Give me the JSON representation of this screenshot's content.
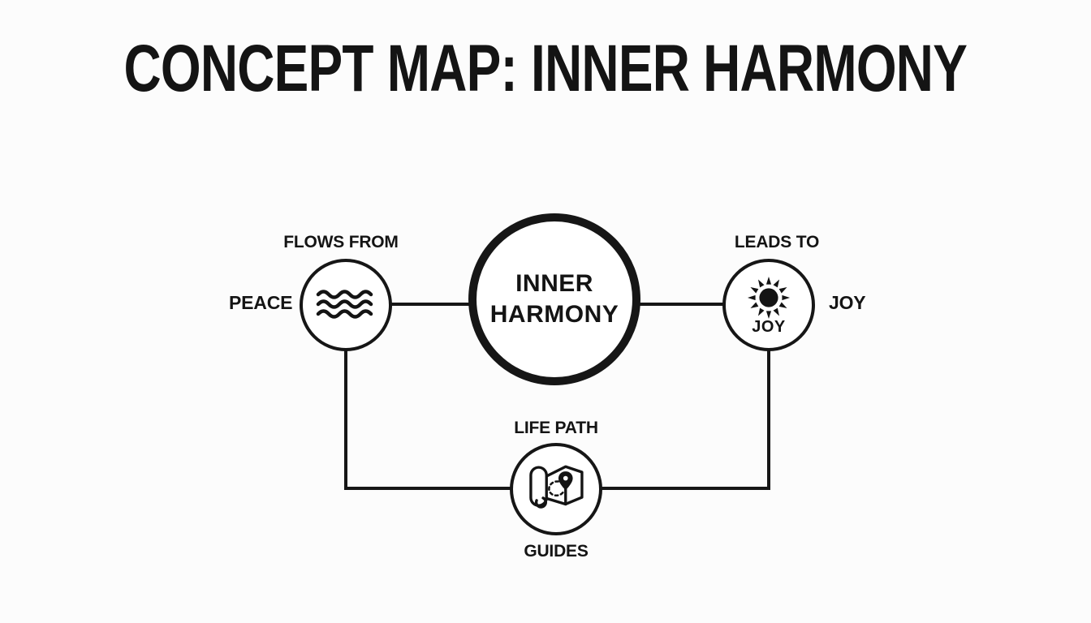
{
  "title": "CONCEPT MAP: INNER HARMONY",
  "colors": {
    "ink": "#141414",
    "line": "#161616",
    "node_fill": "#ffffff",
    "background": "#fcfcfc"
  },
  "nodes": {
    "center": {
      "line1": "INNER",
      "line2": "HARMONY"
    },
    "peace": {
      "label": "PEACE",
      "relation": "FLOWS FROM",
      "icon": "waves-icon"
    },
    "joy": {
      "label": "JOY",
      "relation": "LEADS TO",
      "inner_caption": "JOY",
      "icon": "sun-icon"
    },
    "life_path": {
      "label": "LIFE PATH",
      "relation": "GUIDES",
      "icon": "map-icon"
    }
  },
  "edges": [
    {
      "from": "PEACE",
      "to": "INNER HARMONY",
      "label": "FLOWS FROM"
    },
    {
      "from": "INNER HARMONY",
      "to": "JOY",
      "label": "LEADS TO"
    },
    {
      "from": "PEACE",
      "to": "LIFE PATH",
      "label": ""
    },
    {
      "from": "JOY",
      "to": "LIFE PATH",
      "label": "GUIDES"
    }
  ]
}
